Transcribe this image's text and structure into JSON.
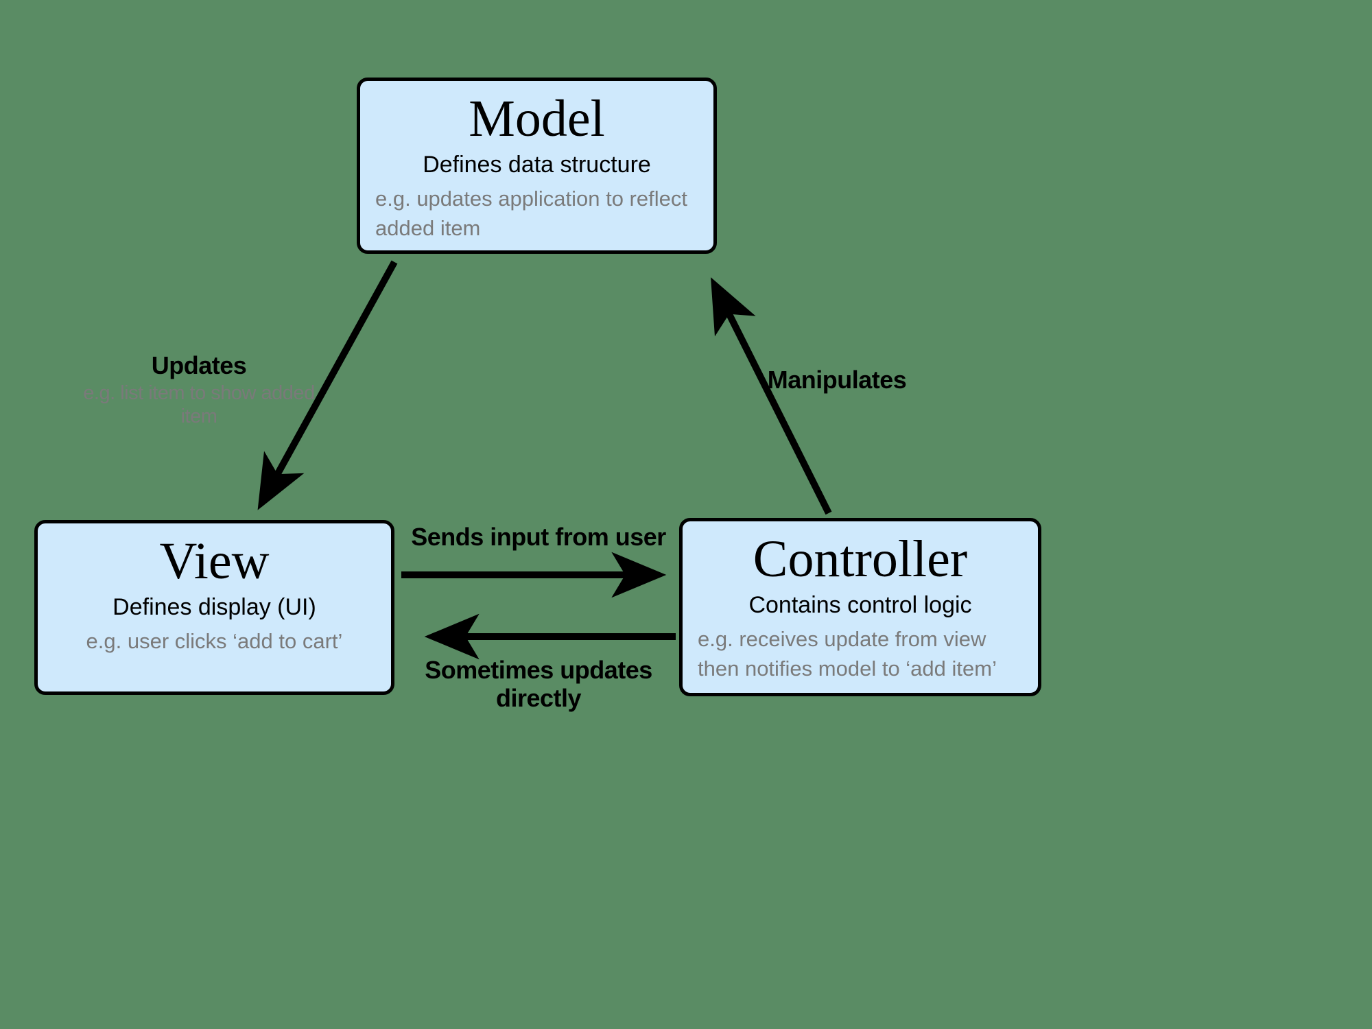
{
  "colors": {
    "background": "#5a8c64",
    "box_fill": "#cfe9fc",
    "box_border": "#000000",
    "arrow": "#000000",
    "text_primary": "#000000",
    "text_muted": "#7a7a7a"
  },
  "nodes": {
    "model": {
      "title": "Model",
      "subtitle": "Defines data structure",
      "example": "e.g. updates application to reflect added item"
    },
    "view": {
      "title": "View",
      "subtitle": "Defines display (UI)",
      "example": "e.g. user clicks ‘add to cart’"
    },
    "controller": {
      "title": "Controller",
      "subtitle": "Contains control logic",
      "example": "e.g. receives update from view then notifies model to ‘add item’"
    }
  },
  "edges": {
    "updates": {
      "label": "Updates",
      "sublabel": "e.g. list item to show added item"
    },
    "manipulates": {
      "label": "Manipulates"
    },
    "sends_input": {
      "label": "Sends input from user"
    },
    "updates_directly": {
      "label": "Sometimes updates directly"
    }
  }
}
